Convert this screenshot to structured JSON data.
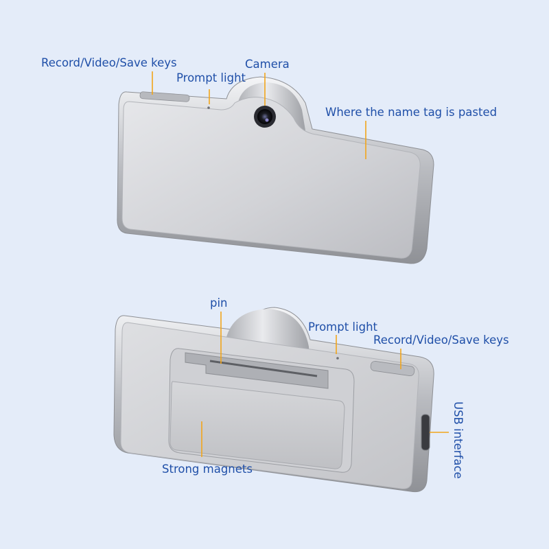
{
  "labels": {
    "record_keys_top": "Record/Video/Save keys",
    "camera": "Camera",
    "prompt_light_top": "Prompt light",
    "name_tag": "Where the name tag is pasted",
    "pin": "pin",
    "prompt_light_bottom": "Prompt light",
    "record_keys_bottom": "Record/Video/Save keys",
    "usb_interface": "USB interface",
    "strong_magnets": "Strong magnets"
  },
  "colors": {
    "background": "#e4ecf9",
    "label_text": "#1f4fa8",
    "leader_line": "#f2a51a",
    "body_silver": "#c9cbcf",
    "panel_silver": "#dcdde0"
  }
}
